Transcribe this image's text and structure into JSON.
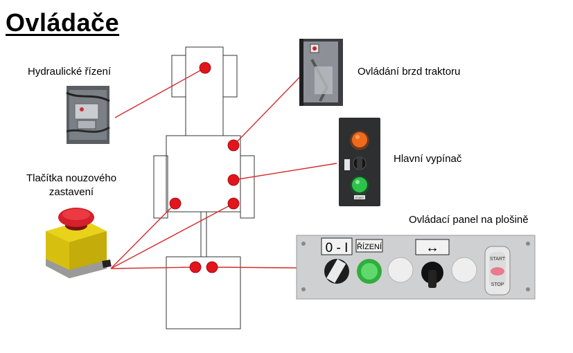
{
  "title": "Ovládače",
  "labels": {
    "hydraulic": "Hydraulické řízení",
    "brakes": "Ovládání brzd traktoru",
    "main_switch": "Hlavní vypínač",
    "emergency_line1": "Tlačítka nouzového",
    "emergency_line2": "zastavení",
    "panel": "Ovládací panel na plošině"
  },
  "platform_panel": {
    "selector_label": "0 - I",
    "steering_label": "ŘÍZENÍ",
    "arrow_label": "↔",
    "start_label": "START",
    "stop_label": "STOP"
  },
  "main_switch_panel": {
    "start_label": "START"
  },
  "colors": {
    "connector": "#d42a2a",
    "marker": "#e3141c",
    "lamp_orange": "#f06a1a",
    "lamp_green": "#2ec24a"
  }
}
